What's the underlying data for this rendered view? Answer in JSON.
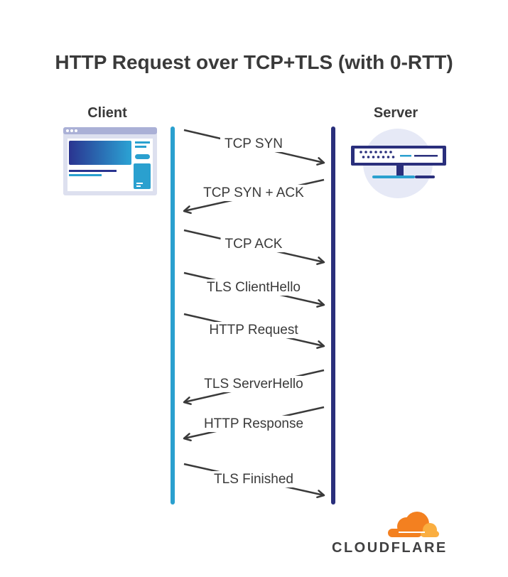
{
  "title": "HTTP Request over TCP+TLS (with 0-RTT)",
  "participants": {
    "client": "Client",
    "server": "Server"
  },
  "colors": {
    "client_line": "#2aa0cf",
    "server_line": "#2a2f7c",
    "arrow": "#3a3a3a",
    "logo_orange": "#f38020",
    "logo_orange_light": "#faae40"
  },
  "messages": [
    {
      "label": "TCP SYN",
      "direction": "client-to-server"
    },
    {
      "label": "TCP SYN + ACK",
      "direction": "server-to-client"
    },
    {
      "label": "TCP ACK",
      "direction": "client-to-server"
    },
    {
      "label": "TLS ClientHello",
      "direction": "client-to-server"
    },
    {
      "label": "HTTP Request",
      "direction": "client-to-server"
    },
    {
      "label": "TLS ServerHello",
      "direction": "server-to-client"
    },
    {
      "label": "HTTP Response",
      "direction": "server-to-client"
    },
    {
      "label": "TLS Finished",
      "direction": "client-to-server"
    }
  ],
  "logo": {
    "text": "CLOUDFLARE",
    "icon": "cloud-icon"
  }
}
